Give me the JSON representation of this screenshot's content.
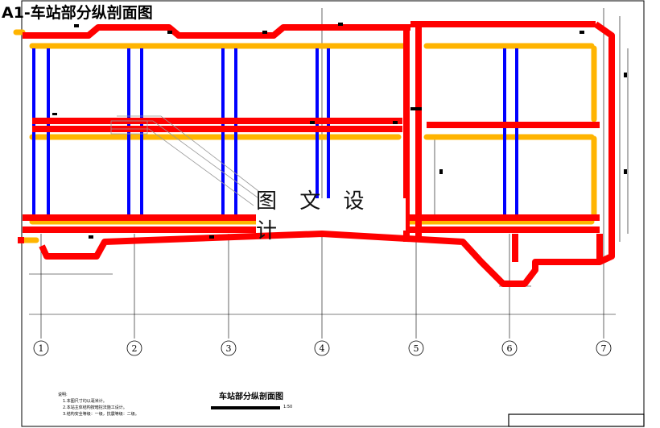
{
  "title": "A1-车站部分纵剖面图",
  "watermark": "图 文 设 计",
  "axes": [
    "1",
    "2",
    "3",
    "4",
    "5",
    "6",
    "7"
  ],
  "caption": "车站部分纵剖面图",
  "scale": "1:50",
  "notes": [
    "说明:",
    "1.本图尺寸均以毫米计。",
    "2.本站主体结构按暗挖法施工设计。",
    "3.结构安全等级：一级，抗震等级：二级。"
  ],
  "colors": {
    "beam": "#ff0000",
    "slab": "#ffb400",
    "column": "#0000ff",
    "line": "#000000"
  }
}
